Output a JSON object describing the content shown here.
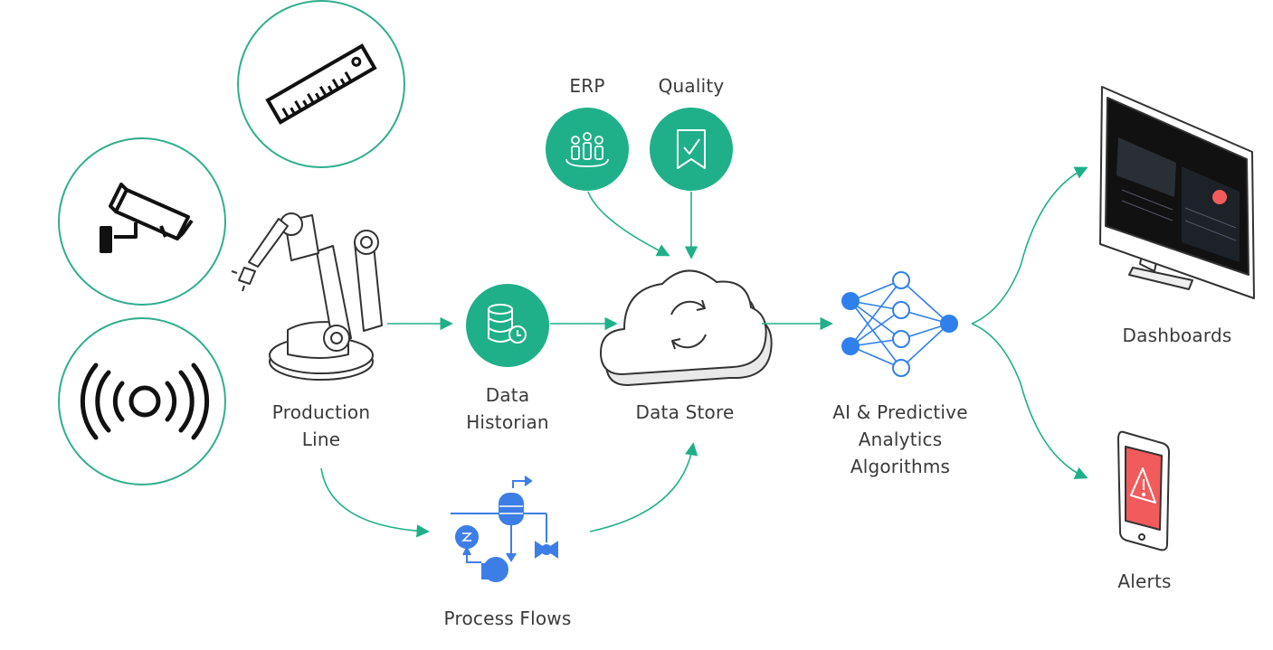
{
  "colors": {
    "accent": "#1fb08a",
    "arrow": "#1fb08a",
    "circle_border": "#2fae8f",
    "icon_blue": "#3d7ee6",
    "network_blue": "#2f80ed",
    "alert_red": "#f15b5b",
    "outline": "#222222",
    "text": "#3a3a3a"
  },
  "nodes": {
    "erp": {
      "label": "ERP",
      "icon": "people-group-icon"
    },
    "quality": {
      "label": "Quality",
      "icon": "check-ribbon-icon"
    },
    "production_line": {
      "label_line1": "Production",
      "label_line2": "Line",
      "icon": "robot-arm-icon"
    },
    "data_historian": {
      "label_line1": "Data",
      "label_line2": "Historian",
      "icon": "database-clock-icon"
    },
    "data_store": {
      "label": "Data Store",
      "icon": "cloud-sync-icon"
    },
    "ai": {
      "label_line1": "AI & Predictive",
      "label_line2": "Analytics",
      "label_line3": "Algorithms",
      "icon": "neural-network-icon"
    },
    "process_flows": {
      "label": "Process Flows",
      "icon": "process-flow-icon"
    },
    "dashboards": {
      "label": "Dashboards",
      "icon": "monitor-icon"
    },
    "alerts": {
      "label": "Alerts",
      "icon": "smartphone-alert-icon"
    }
  },
  "sensors": [
    {
      "icon": "ruler-icon"
    },
    {
      "icon": "security-camera-icon"
    },
    {
      "icon": "vibration-sensor-icon"
    }
  ]
}
